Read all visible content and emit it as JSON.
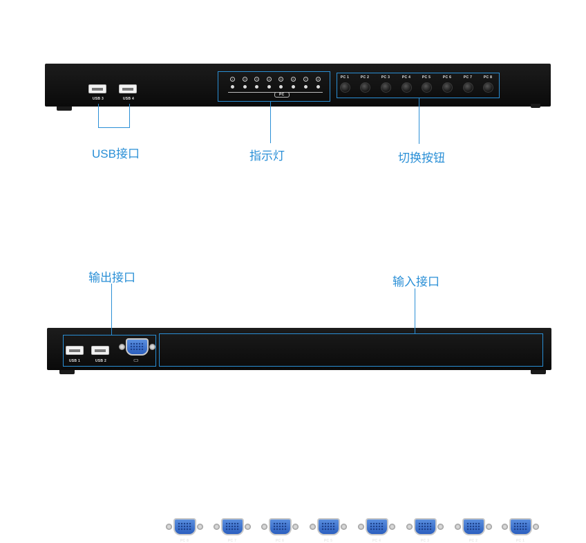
{
  "front": {
    "usb_ports": [
      "USB 3",
      "USB 4"
    ],
    "led_numbers": [
      "1",
      "2",
      "3",
      "4",
      "5",
      "6",
      "7",
      "8"
    ],
    "led_group_label": "PC",
    "buttons": [
      "PC 1",
      "PC 2",
      "PC 3",
      "PC 4",
      "PC 5",
      "PC 6",
      "PC 7",
      "PC 8"
    ],
    "captions": {
      "usb": "USB接口",
      "indicator": "指示灯",
      "switch": "切换按钮"
    }
  },
  "rear": {
    "usb_ports": [
      "USB 1",
      "USB 2"
    ],
    "monitor_icon": "monitor-icon",
    "inputs": [
      "PC 8",
      "PC 7",
      "PC 6",
      "PC 5",
      "PC 4",
      "PC 3",
      "PC 2",
      "PC 1"
    ],
    "captions": {
      "output": "输出接口",
      "input": "输入接口"
    }
  },
  "colors": {
    "annotation": "#2a8fd6",
    "panel": "#111111",
    "vga": "#3a6fd0"
  }
}
